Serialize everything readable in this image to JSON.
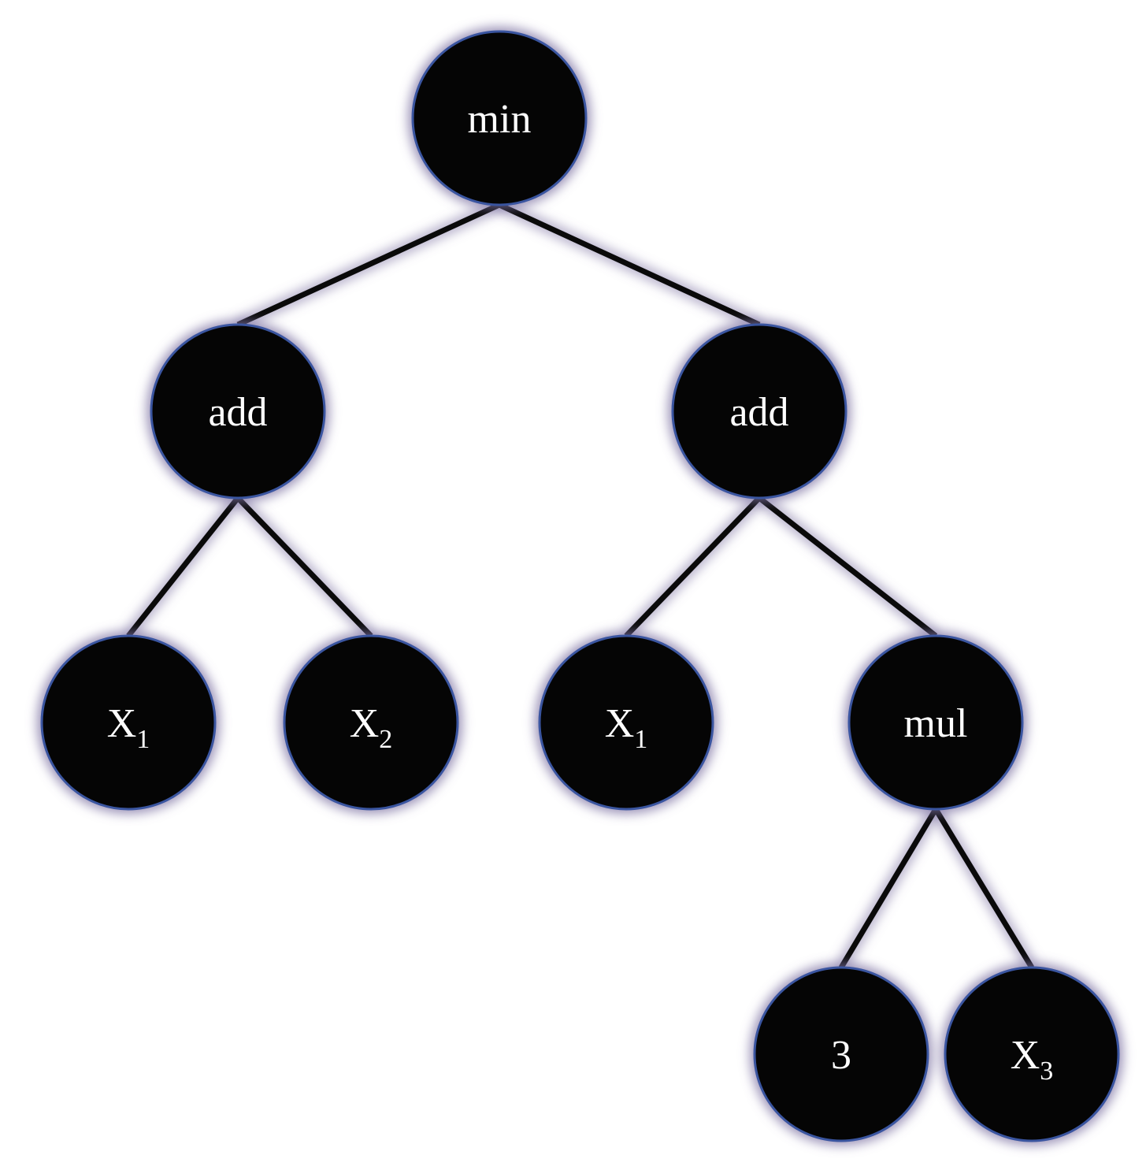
{
  "tree": {
    "nodes": [
      {
        "id": "n-min",
        "label": "min",
        "sub": ""
      },
      {
        "id": "n-add-l",
        "label": "add",
        "sub": ""
      },
      {
        "id": "n-add-r",
        "label": "add",
        "sub": ""
      },
      {
        "id": "n-x1-l",
        "label": "X",
        "sub": "1"
      },
      {
        "id": "n-x2",
        "label": "X",
        "sub": "2"
      },
      {
        "id": "n-x1-r",
        "label": "X",
        "sub": "1"
      },
      {
        "id": "n-mul",
        "label": "mul",
        "sub": ""
      },
      {
        "id": "n-3",
        "label": "3",
        "sub": ""
      },
      {
        "id": "n-x3",
        "label": "X",
        "sub": "3"
      }
    ],
    "edges": [
      [
        "n-min",
        "n-add-l"
      ],
      [
        "n-min",
        "n-add-r"
      ],
      [
        "n-add-l",
        "n-x1-l"
      ],
      [
        "n-add-l",
        "n-x2"
      ],
      [
        "n-add-r",
        "n-x1-r"
      ],
      [
        "n-add-r",
        "n-mul"
      ],
      [
        "n-mul",
        "n-3"
      ],
      [
        "n-mul",
        "n-x3"
      ]
    ],
    "colors": {
      "node_fill": "#050505",
      "node_stroke": "#3a55a0",
      "glow": "#7a6fa0",
      "edge": "#0a0a0a",
      "label": "#ffffff"
    }
  }
}
